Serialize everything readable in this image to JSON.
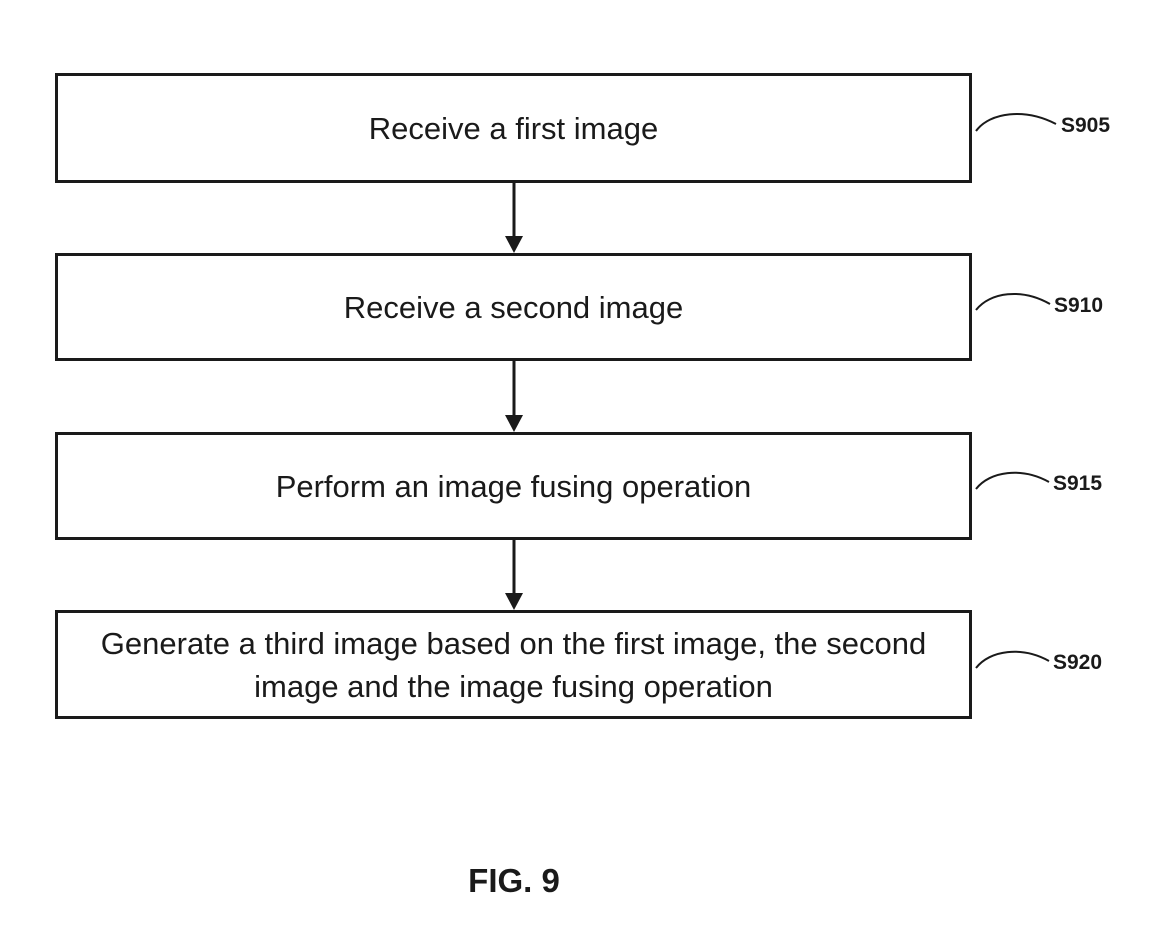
{
  "steps": [
    {
      "id": "S905",
      "text": "Receive a first image"
    },
    {
      "id": "S910",
      "text": "Receive a second image"
    },
    {
      "id": "S915",
      "text": "Perform an image fusing operation"
    },
    {
      "id": "S920",
      "text": "Generate a third image based on the first image, the second image and the image fusing operation"
    }
  ],
  "caption": "FIG. 9",
  "colors": {
    "ink": "#1a1a1a",
    "background": "#ffffff"
  }
}
